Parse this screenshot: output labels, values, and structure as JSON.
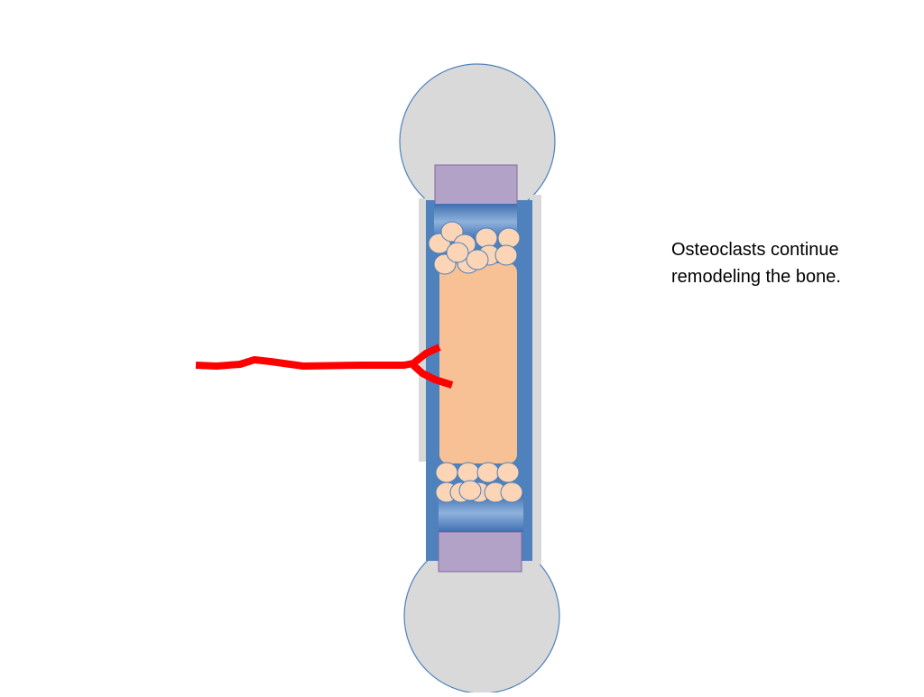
{
  "slide": {
    "caption": {
      "line1": "Osteoclasts continue",
      "line2": "remodeling the bone."
    }
  },
  "diagram": {
    "subject": "long bone remodeling",
    "colors": {
      "epiphysis": "#d9d9d9",
      "epiphysis_border": "#4f81bd",
      "growth_plate": "#b3a2c7",
      "cortical_bone": "#4f81bd",
      "cortical_bone_light": "#95b3d7",
      "periosteum": "#d9d9d9",
      "marrow_cavity": "#f8c195",
      "osteoclast": "#fbd5b5",
      "osteoclast_border": "#4f81bd",
      "blood_vessel": "#ff0000"
    },
    "osteoclast_clusters": [
      {
        "position": "top",
        "cell_count": 11
      },
      {
        "position": "bottom",
        "cell_count": 10
      }
    ]
  }
}
